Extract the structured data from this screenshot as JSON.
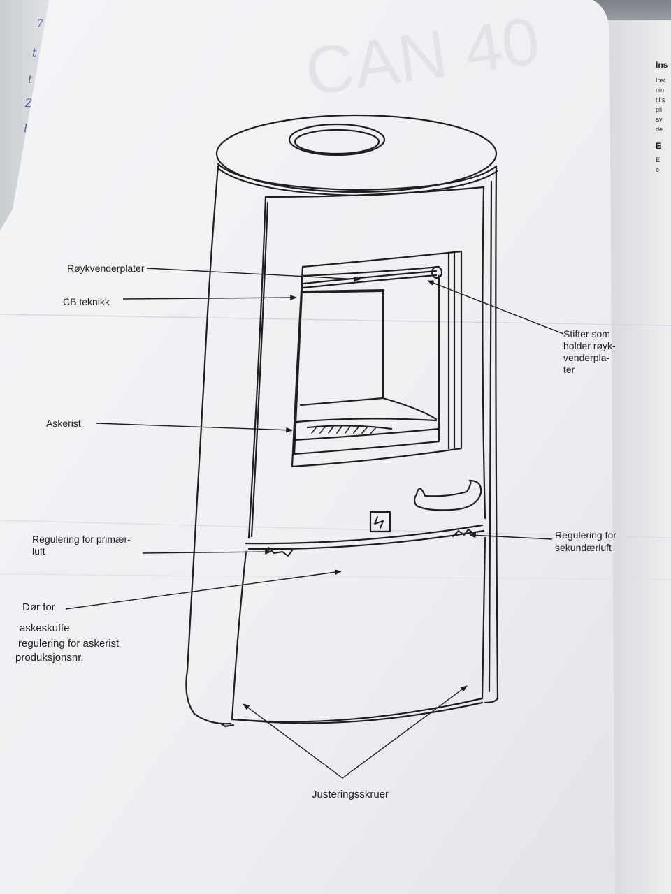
{
  "labels": {
    "roykvenderplater": "Røykvenderplater",
    "cb_teknikk": "CB teknikk",
    "stifter": [
      "Stifter  som",
      "holder røyk-",
      "venderpla-",
      "ter"
    ],
    "askerist": "Askerist",
    "regulering_primaer": [
      "Regulering for primær-",
      "luft"
    ],
    "regulering_sekundaer": [
      "Regulering for",
      "sekundærluft"
    ],
    "dor_for": "Dør for",
    "askeskuffe": [
      "askeskuffe",
      "regulering for askerist",
      "produksjonsnr."
    ],
    "justeringsskruer": "Justeringsskruer"
  },
  "right_page": {
    "heading": "Ins",
    "lines": [
      "Inst",
      "nin",
      "til s",
      "pli",
      "av",
      "de"
    ],
    "subheading": "E",
    "sublines": [
      "E",
      "e"
    ]
  },
  "margin_marks": [
    "7",
    "t",
    "t",
    "Z",
    "l"
  ],
  "colors": {
    "paper": "#f1f2f4",
    "ink": "#1d1d1f",
    "background": "#8d9096"
  }
}
